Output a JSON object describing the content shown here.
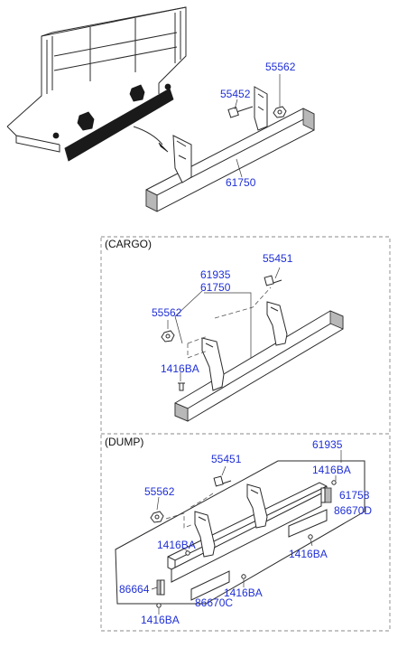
{
  "sections": {
    "cargo": "(CARGO)",
    "dump": "(DUMP)"
  },
  "top_labels": {
    "p55562": "55562",
    "p55452": "55452",
    "p61750": "61750"
  },
  "cargo_labels": {
    "p55451": "55451",
    "p61935": "61935",
    "p61750": "61750",
    "p55562": "55562",
    "p1416BA": "1416BA"
  },
  "dump_labels": {
    "p61935": "61935",
    "p1416BA_top": "1416BA",
    "p55451": "55451",
    "p61758": "61758",
    "p55562": "55562",
    "p86670D": "86670D",
    "p1416BA_left": "1416BA",
    "p1416BA_right": "1416BA",
    "p86664": "86664",
    "p1416BA_mid": "1416BA",
    "p86670C": "86670C",
    "p1416BA_bottom": "1416BA"
  },
  "colors": {
    "part_number": "#1f2fd6",
    "line": "#2a2a2a",
    "highlight_bumper": "#1a1a1a"
  }
}
